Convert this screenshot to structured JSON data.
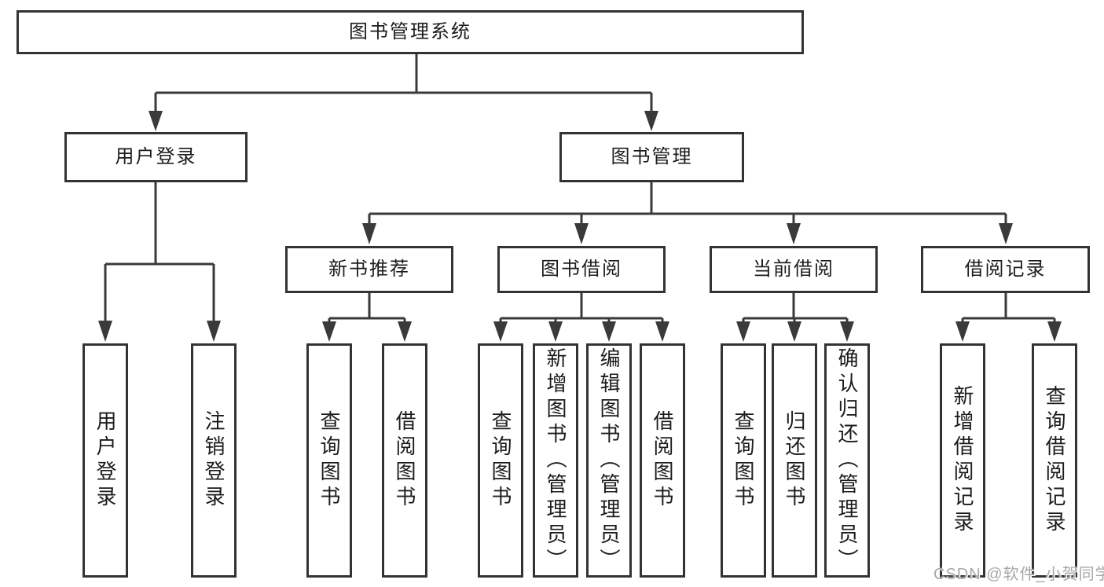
{
  "diagram": {
    "root": {
      "label": "图书管理系统"
    },
    "level2": [
      {
        "label": "用户登录"
      },
      {
        "label": "图书管理"
      }
    ],
    "level3": [
      {
        "label": "新书推荐"
      },
      {
        "label": "图书借阅"
      },
      {
        "label": "当前借阅"
      },
      {
        "label": "借阅记录"
      }
    ],
    "leaves": {
      "user_login": [
        {
          "label": "用户登录"
        },
        {
          "label": "注销登录"
        }
      ],
      "new_book": [
        {
          "label": "查询图书"
        },
        {
          "label": "借阅图书"
        }
      ],
      "book_borrow": [
        {
          "label": "查询图书"
        },
        {
          "label": "新增图书（管理员）"
        },
        {
          "label": "编辑图书（管理员）"
        },
        {
          "label": "借阅图书"
        }
      ],
      "current_borrow": [
        {
          "label": "查询图书"
        },
        {
          "label": "归还图书"
        },
        {
          "label": "确认归还（管理员）"
        }
      ],
      "borrow_record": [
        {
          "label": "新增借阅记录"
        },
        {
          "label": "查询借阅记录"
        }
      ]
    }
  },
  "watermark": {
    "text": "CSDN @软件_小贺同学"
  },
  "colors": {
    "line": "#3a3a3a",
    "box_border": "#333333",
    "text": "#1c1c1c",
    "watermark": "#a8a8a8",
    "background": "#ffffff"
  }
}
